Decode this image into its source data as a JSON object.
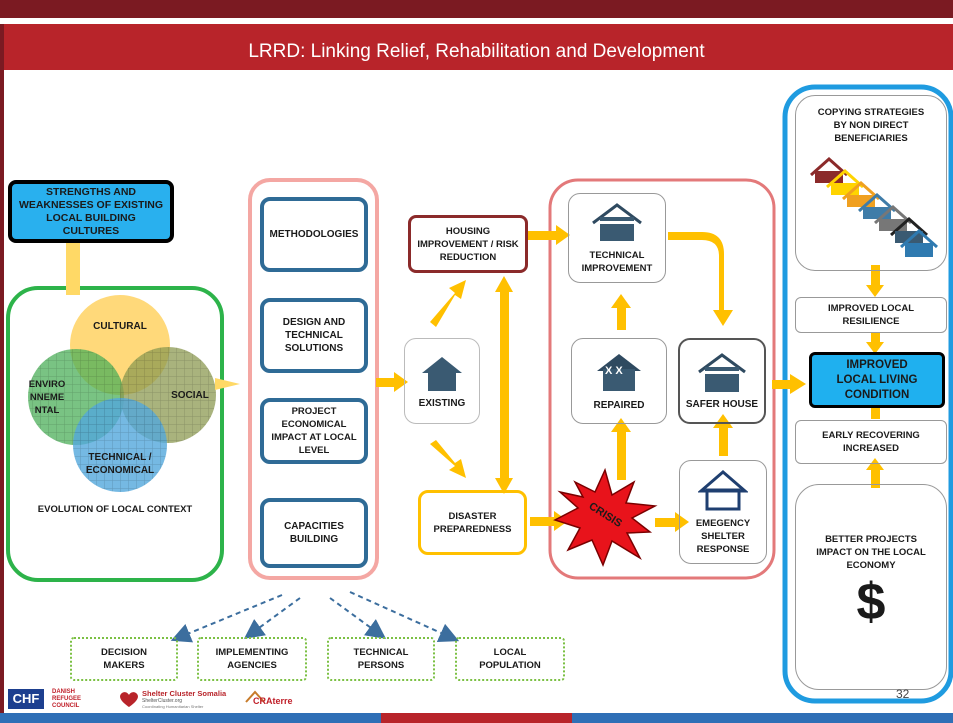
{
  "title": "LRRD: Linking Relief, Rehabilitation and Development",
  "left": {
    "strengths": "STRENGTHS AND WEAKNESSES OF EXISTING LOCAL BUILDING CULTURES",
    "cultural": "CULTURAL",
    "environmental": "ENVIRO NNEME NTAL",
    "social": "SOCIAL",
    "technical": "TECHNICAL / ECONOMICAL",
    "evolution": "EVOLUTION OF LOCAL CONTEXT"
  },
  "middle": {
    "methodologies": "METHODOLOGIES",
    "design": "DESIGN AND TECHNICAL SOLUTIONS",
    "project": "PROJECT ECONOMICAL IMPACT AT LOCAL LEVEL",
    "capacities": "CAPACITIES BUILDING"
  },
  "flow": {
    "housing": "HOUSING IMPROVEMENT / RISK REDUCTION",
    "existing": "EXISTING",
    "disaster": "DISASTER PREPAREDNESS",
    "technical_improvement": "TECHNICAL IMPROVEMENT",
    "repaired": "REPAIRED",
    "repaired_marks": "X X",
    "safer_house": "SAFER HOUSE",
    "crisis": "CRISIS",
    "emergency": "EMEGENCY SHELTER RESPONSE"
  },
  "right": {
    "copying": "COPYING STRATEGIES BY NON DIRECT BENEFICIARIES",
    "resilience": "IMPROVED LOCAL RESILIENCE",
    "living": "IMPROVED LOCAL LIVING CONDITION",
    "early": "EARLY RECOVERING INCREASED",
    "better": "BETTER PROJECTS IMPACT ON THE LOCAL ECONOMY",
    "dollar": "$"
  },
  "bottom": {
    "decision": "DECISION MAKERS",
    "implementing": "IMPLEMENTING AGENCIES",
    "technical_persons": "TECHNICAL PERSONS",
    "local_population": "LOCAL POPULATION"
  },
  "footer": {
    "chf": "CHF",
    "drc": "DANISH REFUGEE COUNCIL",
    "shelter": "Shelter Cluster Somalia",
    "shelter_sub": "ShelterCluster.org",
    "shelter_sub2": "Coordinating Humanitarian Shelter",
    "craterre": "CRAterre",
    "page": "32"
  },
  "colors": {
    "title_bar": "#b8242a",
    "top_bar": "#7b1a22",
    "arrow": "#ffc000",
    "box_blue": "#2f6b96",
    "highlight": "#1fb0ef",
    "group_green": "#2db34a",
    "group_pink": "#f4a7a3",
    "group_blue": "#1f9be0"
  }
}
